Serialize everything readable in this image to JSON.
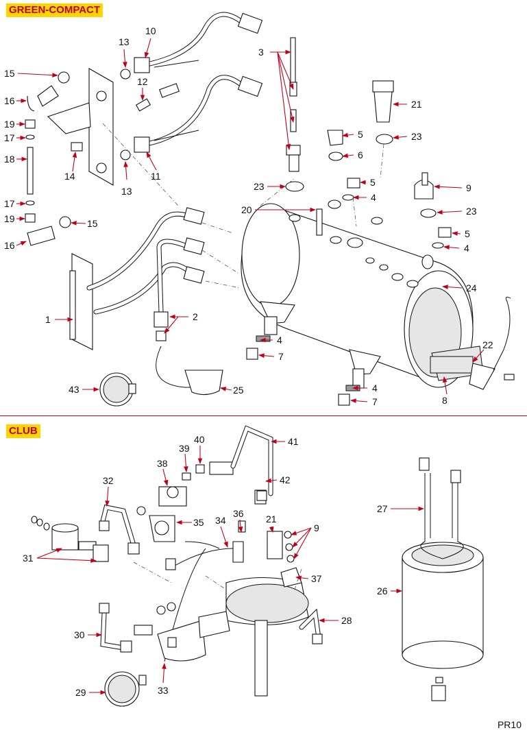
{
  "sections": {
    "green_compact": {
      "label": "GREEN-COMPACT"
    },
    "club": {
      "label": "CLUB"
    }
  },
  "sheet_code": "PR10",
  "callouts": {
    "green_compact": [
      "1",
      "2",
      "3",
      "4",
      "4",
      "4",
      "4",
      "5",
      "5",
      "5",
      "6",
      "7",
      "7",
      "8",
      "9",
      "10",
      "11",
      "12",
      "13",
      "13",
      "14",
      "15",
      "15",
      "16",
      "16",
      "17",
      "17",
      "18",
      "19",
      "19",
      "20",
      "21",
      "22",
      "23",
      "23",
      "23",
      "24",
      "25",
      "43"
    ],
    "club": [
      "26",
      "27",
      "28",
      "29",
      "30",
      "31",
      "32",
      "33",
      "34",
      "35",
      "36",
      "37",
      "38",
      "39",
      "40",
      "41",
      "42",
      "21",
      "9"
    ]
  },
  "colors": {
    "accent_red": "#c0001a",
    "label_yellow": "#ffd400",
    "line": "#111111"
  }
}
